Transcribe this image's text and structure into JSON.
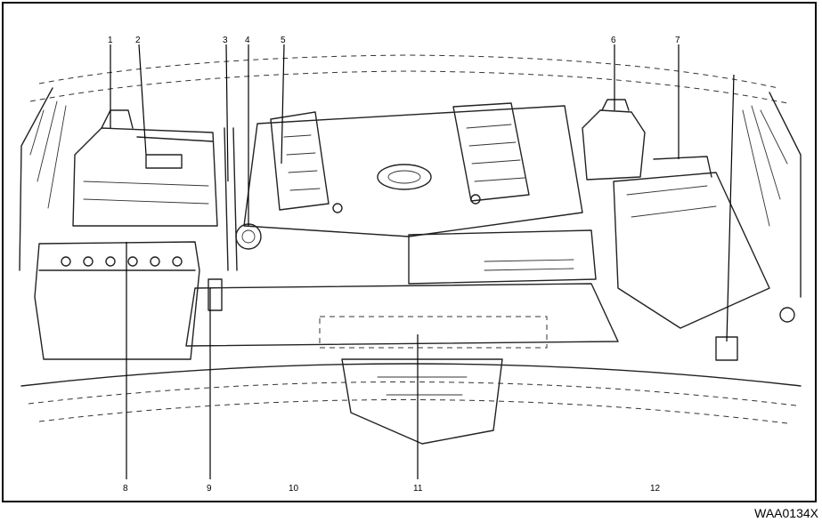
{
  "figure_code": "WAA0134X",
  "callouts": [
    "1",
    "2",
    "3",
    "4",
    "5",
    "6",
    "7",
    "8",
    "9",
    "10",
    "11",
    "12"
  ],
  "colors": {
    "line": "#222222",
    "background": "#ffffff",
    "frame": "#000000"
  }
}
